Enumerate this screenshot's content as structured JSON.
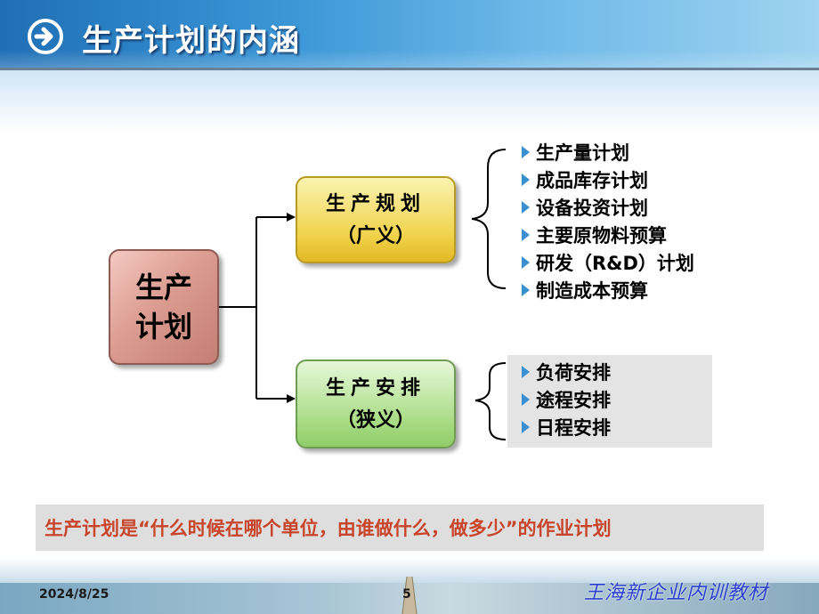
{
  "header": {
    "title": "生产计划的内涵"
  },
  "main_box": {
    "line1": "生产",
    "line2": "计划"
  },
  "planning": {
    "line1": "生产规划",
    "line2": "（广义）",
    "items": [
      "生产量计划",
      "成品库存计划",
      "设备投资计划",
      "主要原物料预算",
      "研发（R&D）计划",
      "制造成本预算"
    ]
  },
  "scheduling": {
    "line1": "生产安排",
    "line2": "（狭义）",
    "items": [
      "负荷安排",
      "途程安排",
      "日程安排"
    ]
  },
  "definition": "生产计划是“什么时候在哪个单位，由谁做什么，做多少”的作业计划",
  "footer": {
    "date": "2024/8/25",
    "page": "5",
    "source": "王海新企业内训教材"
  },
  "colors": {
    "header_blue": "#1f6fb5",
    "main_box": "#dc9c91",
    "planning_box": "#f0d24a",
    "scheduling_box": "#a9dc86",
    "bullet": "#3a8fd0",
    "definition_text": "#c8442a",
    "footer_source": "#2a3fd0"
  },
  "icons": {
    "title_icon": "circle-arrow-right-icon",
    "bullet_icon": "triangle-bullet-icon"
  }
}
